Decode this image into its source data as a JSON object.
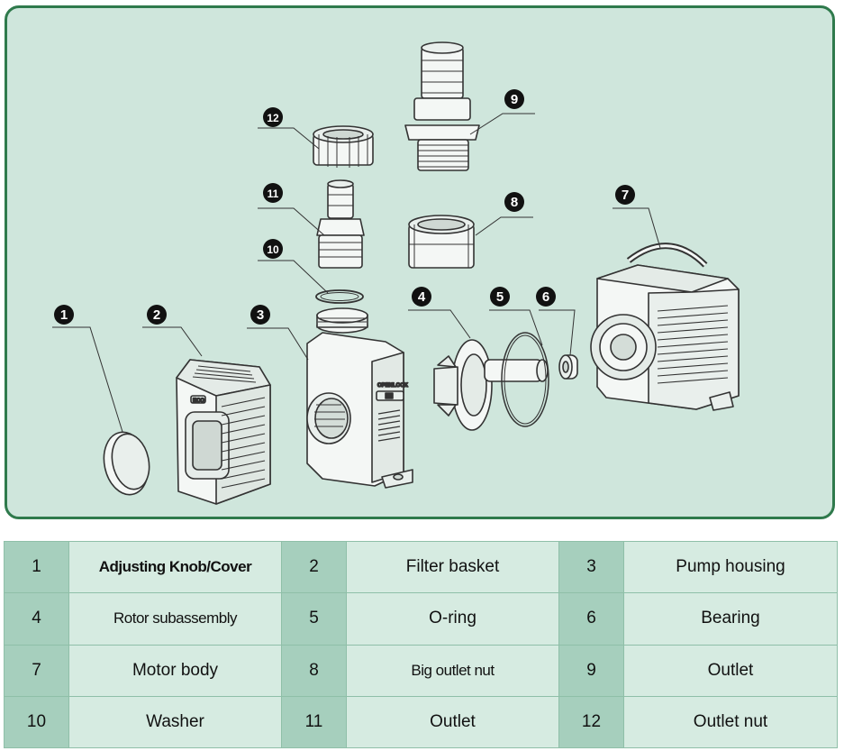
{
  "diagram": {
    "callouts": [
      "1",
      "2",
      "3",
      "4",
      "5",
      "6",
      "7",
      "8",
      "9",
      "10",
      "11",
      "12"
    ],
    "switch_labels": {
      "open": "OPEN",
      "lock": "LOCK"
    },
    "housing_badge": "ECO",
    "colors": {
      "panel_bg": "#cfe6dc",
      "panel_border": "#2f7a4c",
      "badge": "#111111",
      "line": "#333333"
    }
  },
  "table": {
    "rows": [
      [
        {
          "num": "1",
          "name": "Adjusting Knob/Cover"
        },
        {
          "num": "2",
          "name": "Filter basket"
        },
        {
          "num": "3",
          "name": "Pump housing"
        }
      ],
      [
        {
          "num": "4",
          "name": "Rotor subassembly"
        },
        {
          "num": "5",
          "name": "O-ring"
        },
        {
          "num": "6",
          "name": "Bearing"
        }
      ],
      [
        {
          "num": "7",
          "name": "Motor body"
        },
        {
          "num": "8",
          "name": "Big outlet nut"
        },
        {
          "num": "9",
          "name": "Outlet"
        }
      ],
      [
        {
          "num": "10",
          "name": "Washer"
        },
        {
          "num": "11",
          "name": "Outlet"
        },
        {
          "num": "12",
          "name": "Outlet nut"
        }
      ]
    ],
    "colors": {
      "number_cell": "#a6cfbd",
      "name_cell": "#d6ebe1"
    }
  }
}
